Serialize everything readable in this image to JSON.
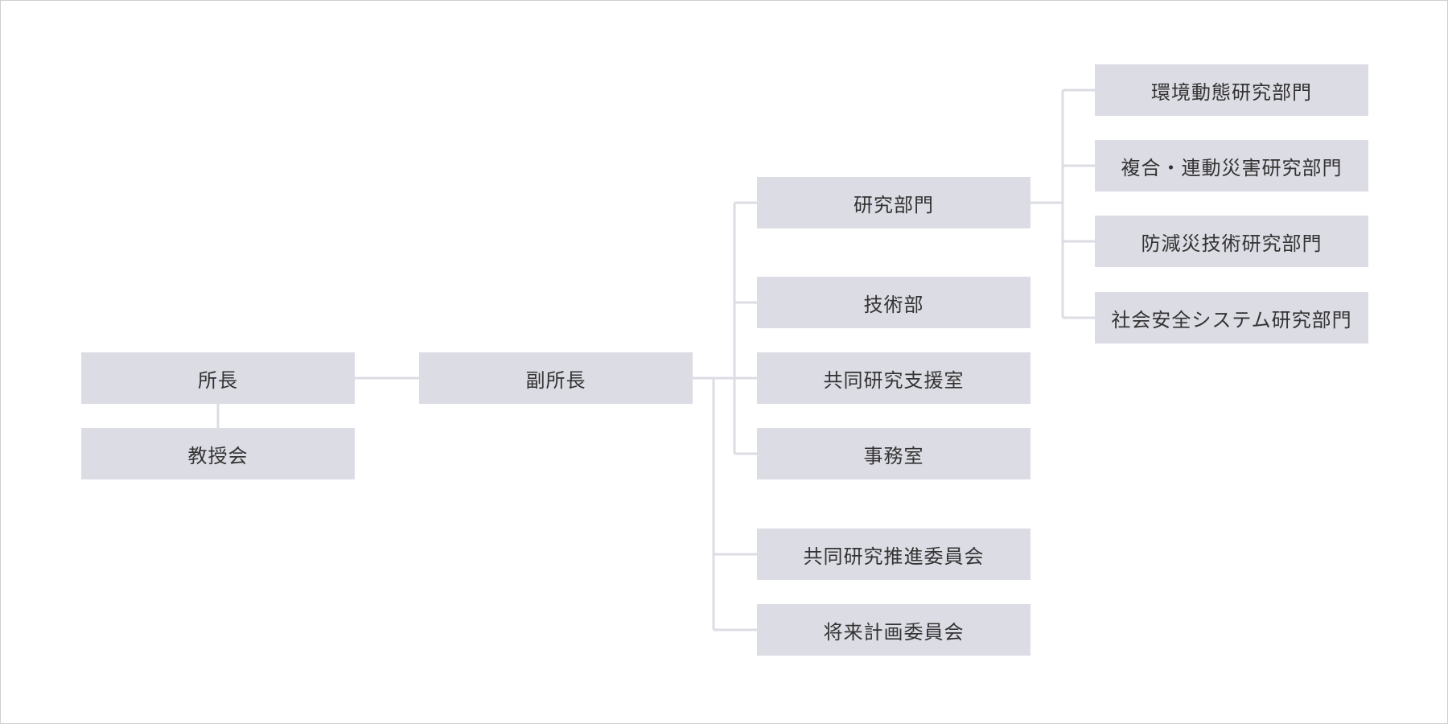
{
  "nodes": {
    "director": "所長",
    "faculty_council": "教授会",
    "deputy_director": "副所長",
    "research_divisions": "研究部門",
    "technical_department": "技術部",
    "joint_research_support_office": "共同研究支援室",
    "administrative_office": "事務室",
    "joint_research_promotion_committee": "共同研究推進委員会",
    "future_planning_committee": "将来計画委員会",
    "division_environmental_dynamics": "環境動態研究部門",
    "division_compound_disasters": "複合・連動災害研究部門",
    "division_disaster_mitigation_technology": "防減災技術研究部門",
    "division_social_safety_systems": "社会安全システム研究部門"
  },
  "colors": {
    "node_fill": "#dcdce5",
    "connector": "#dcdce5",
    "text": "#333333",
    "frame_border": "#cfcfcf"
  }
}
